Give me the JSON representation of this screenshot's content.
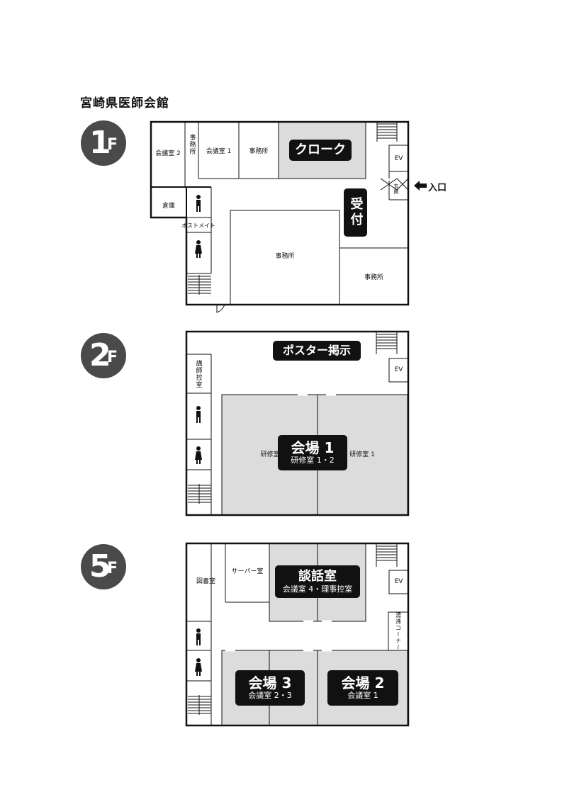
{
  "title": "宮崎県医師会館",
  "floors": [
    {
      "number": "1",
      "suffix": "F"
    },
    {
      "number": "2",
      "suffix": "F"
    },
    {
      "number": "5",
      "suffix": "F"
    }
  ],
  "f1": {
    "rooms": {
      "kaigi2": "会議室 2",
      "jimusho_v": "事務所",
      "kaigi1": "会議室 1",
      "jimusho_top": "事務所",
      "souko": "倉庫",
      "ostomate": "オストメイト",
      "jimusho_center": "事務所",
      "jimusho_right": "事務所",
      "ev": "EV",
      "genkan": "玄関"
    },
    "labels": {
      "cloak": "クローク",
      "uketsuke": "受付"
    },
    "entrance": "入口"
  },
  "f2": {
    "rooms": {
      "koushi": "講師控室",
      "kenshu_left": "研修室",
      "kenshu_right": "研修室 1",
      "ev": "EV"
    },
    "labels": {
      "poster": "ポスター掲示",
      "venue1": "会場 1",
      "venue1_sub": "研修室 1・2"
    }
  },
  "f5": {
    "rooms": {
      "toshoshitsu": "図書室",
      "server": "サーバー室",
      "ev": "EV",
      "yuwakashi": "湯沸コーナー"
    },
    "labels": {
      "danwa": "談話室",
      "danwa_sub": "会議室 4・理事控室",
      "venue3": "会場 3",
      "venue3_sub": "会議室 2・3",
      "venue2": "会場 2",
      "venue2_sub": "会議室 1"
    }
  },
  "colors": {
    "hall": "#dcdcdc",
    "badge": "#4a4a4a",
    "label": "#111111"
  }
}
